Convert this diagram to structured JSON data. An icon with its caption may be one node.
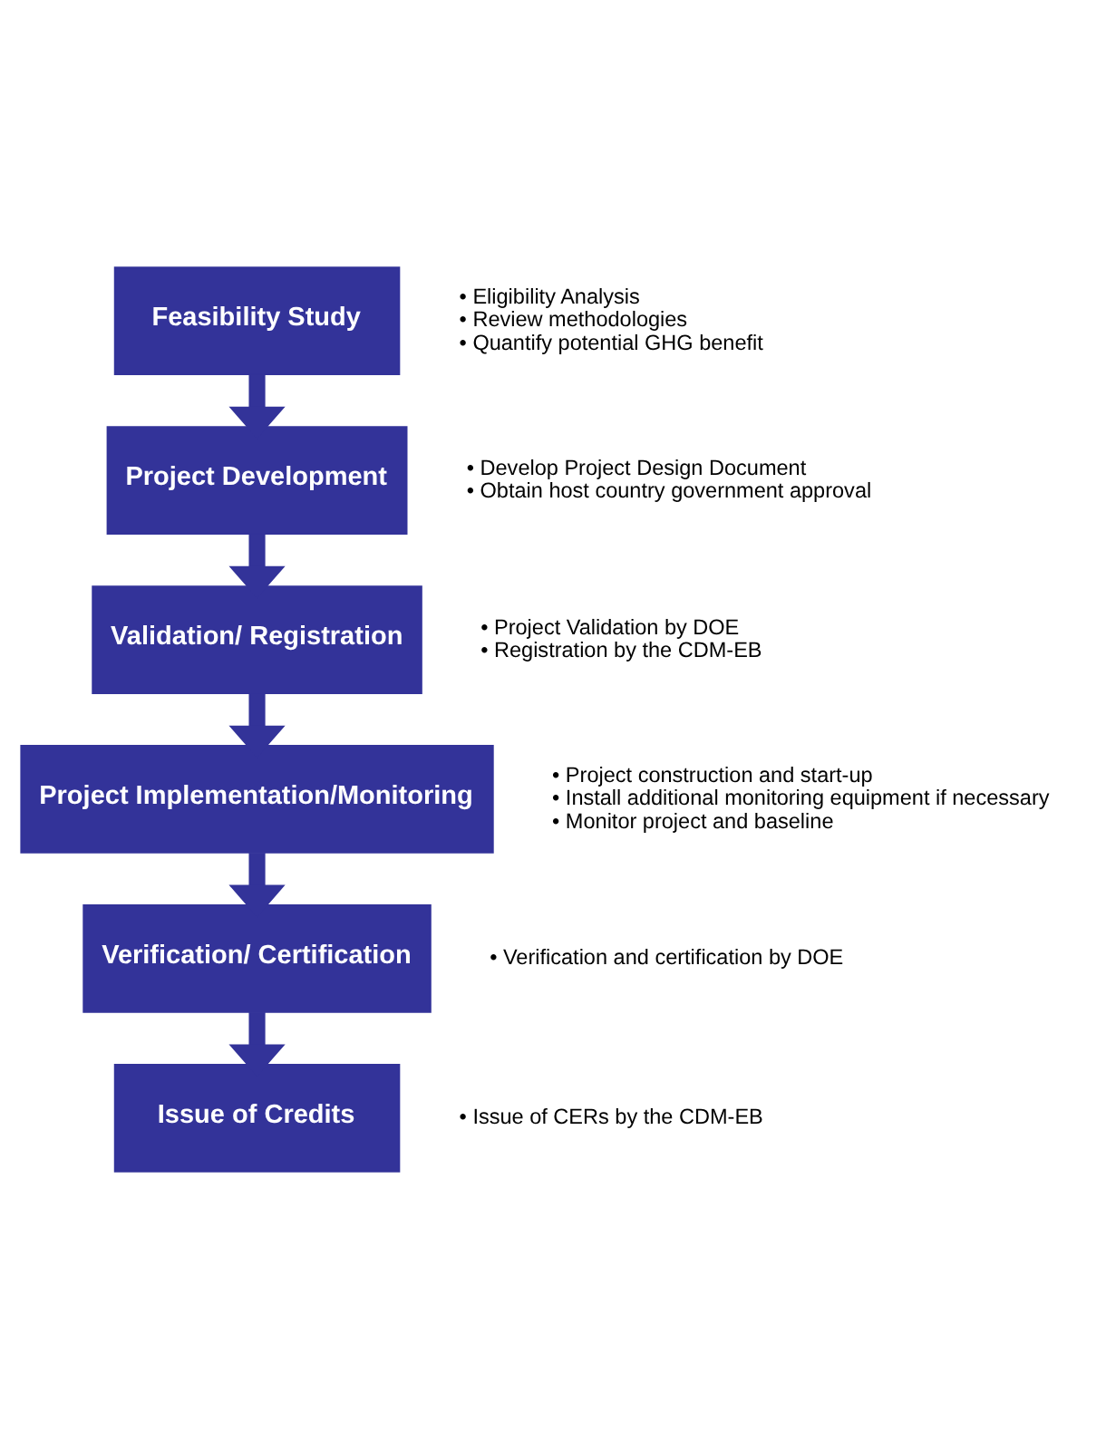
{
  "diagram": {
    "nodes": [
      {
        "text": [
          "Feasibility Study"
        ],
        "beside": [
          "• Eligibility Analysis",
          "• Review methodologies",
          "• Quantify potential GHG benefit"
        ]
      },
      {
        "text": [
          "Project Development"
        ],
        "beside": [
          "• Develop Project Design Document",
          "• Obtain host country government approval"
        ]
      },
      {
        "text": [
          "Validation/ Registration"
        ],
        "beside": [
          "• Project Validation by DOE",
          "• Registration by the CDM-EB"
        ]
      },
      {
        "text": [
          "Project Implementation/Monitoring"
        ],
        "beside": [
          "• Project construction and start-up",
          "• Install additional monitoring equipment if necessary",
          "• Monitor project and baseline"
        ]
      },
      {
        "text": [
          "Verification/ Certification"
        ],
        "beside": [
          "• Verification and certification by DOE"
        ]
      },
      {
        "text": [
          "Issue of Credits"
        ],
        "beside": [
          "• Issue of CERs by the CDM-EB"
        ]
      }
    ],
    "edges": [
      {
        "from": 0,
        "to": 1,
        "arrow": "to"
      },
      {
        "from": 1,
        "to": 2,
        "arrow": "to"
      },
      {
        "from": 2,
        "to": 3,
        "arrow": "to"
      },
      {
        "from": 3,
        "to": 4,
        "arrow": "to"
      },
      {
        "from": 4,
        "to": 5,
        "arrow": "to"
      }
    ]
  }
}
